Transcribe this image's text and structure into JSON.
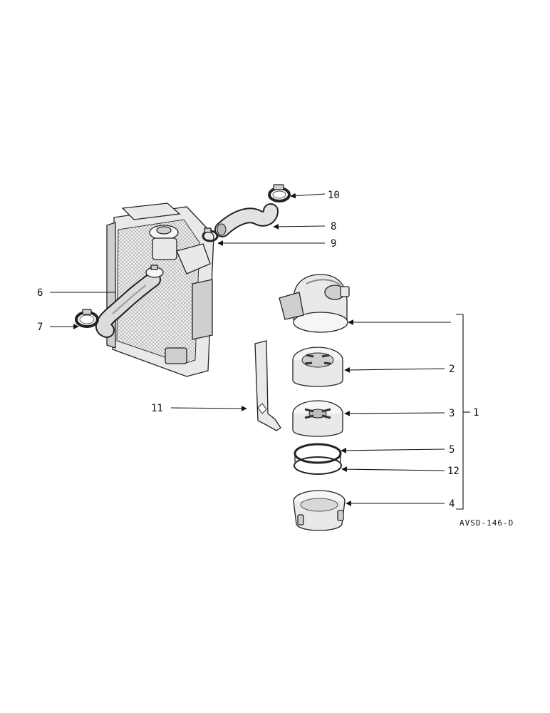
{
  "diagram": {
    "labels": {
      "l1": "1",
      "l2": "2",
      "l3": "3",
      "l4": "4",
      "l5": "5",
      "l6": "6",
      "l7": "7",
      "l8": "8",
      "l9": "9",
      "l10": "10",
      "l11": "11",
      "l12": "12"
    },
    "drawing_code": "AVSD-146-D"
  }
}
